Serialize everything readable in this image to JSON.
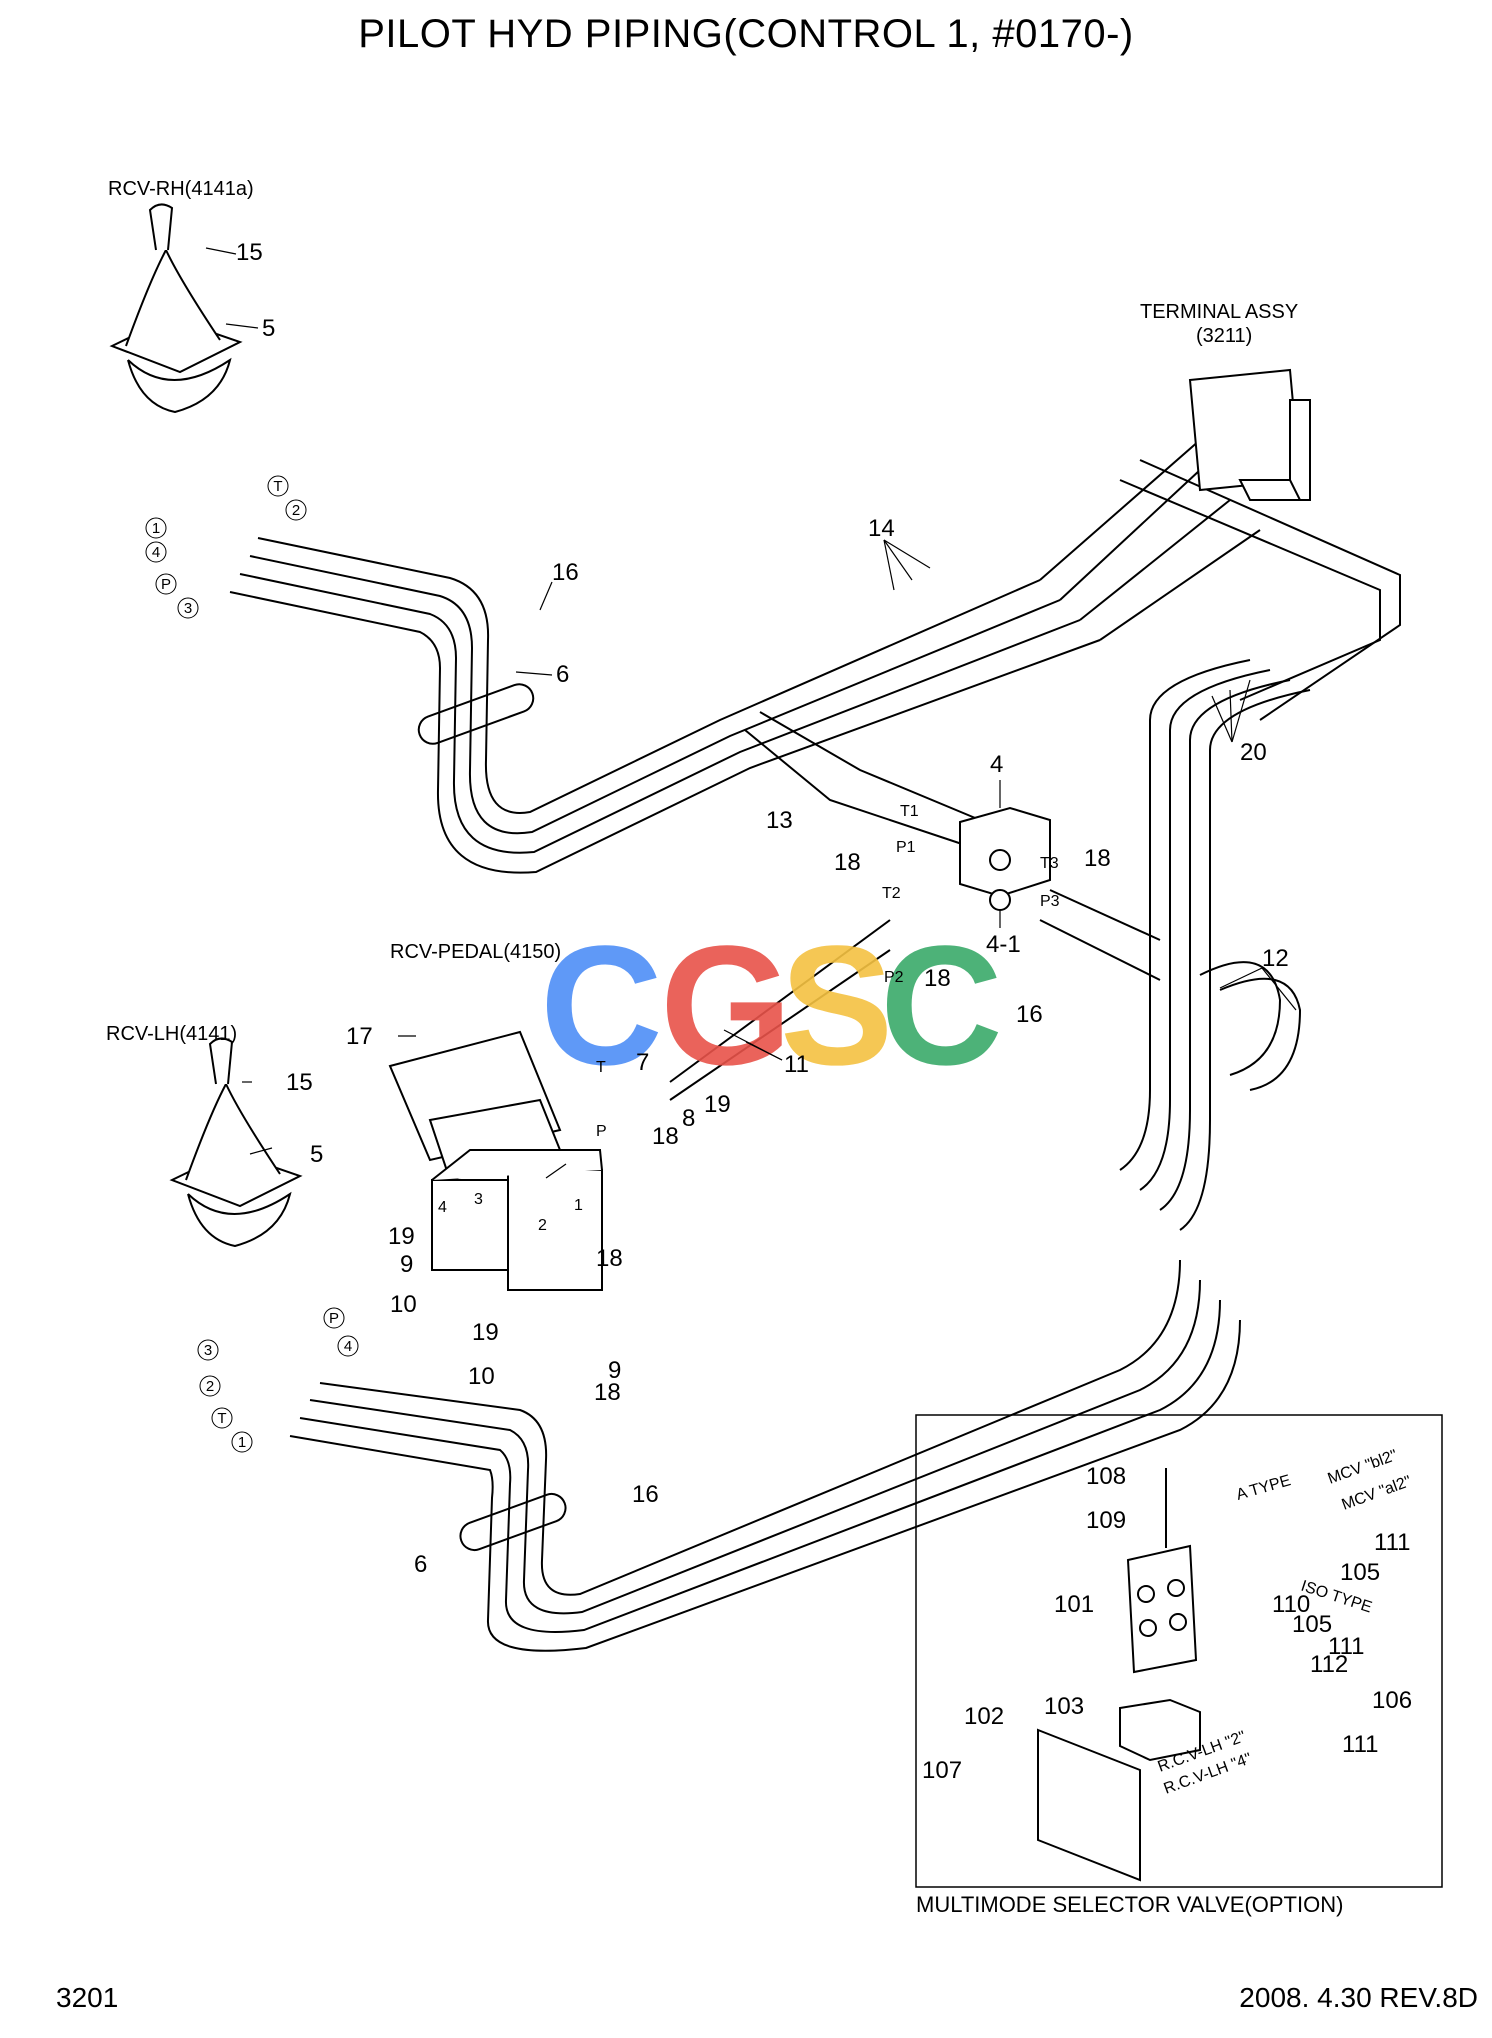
{
  "title": "PILOT HYD PIPING(CONTROL 1, #0170-)",
  "page_number": "3201",
  "revision": "2008. 4.30  REV.8D",
  "watermark": "CGSC",
  "captions": {
    "rcv_rh": "RCV-RH(4141a)",
    "rcv_lh": "RCV-LH(4141)",
    "rcv_pedal": "RCV-PEDAL(4150)",
    "terminal_assy": "TERMINAL ASSY",
    "terminal_code": "(3211)",
    "multimode": "MULTIMODE SELECTOR VALVE(OPTION)"
  },
  "port_labels": {
    "T1": "T1",
    "P1": "P1",
    "T2": "T2",
    "P2": "P2",
    "T3": "T3",
    "P3": "P3",
    "T": "T",
    "P": "P",
    "one": "1",
    "two": "2",
    "three": "3",
    "four": "4",
    "A_TYPE": "A TYPE",
    "ISO_TYPE": "ISO TYPE",
    "MCV_bl2": "MCV \"bl2\"",
    "MCV_al2": "MCV \"al2\"",
    "RCV_LH_2": "R.C.V-LH \"2\"",
    "RCV_LH_4": "R.C.V-LH \"4\""
  },
  "circle_tags": [
    "1",
    "4",
    "P",
    "3",
    "T",
    "2"
  ],
  "part_numbers": {
    "p15": "15",
    "p5": "5",
    "p16": "16",
    "p6": "6",
    "p14": "14",
    "p4": "4",
    "p4_1": "4-1",
    "p13": "13",
    "p18": "18",
    "p7": "7",
    "p11": "11",
    "p8": "8",
    "p19": "19",
    "p17": "17",
    "p9": "9",
    "p10": "10",
    "p12": "12",
    "p20": "20",
    "p101": "101",
    "p102": "102",
    "p103": "103",
    "p105": "105",
    "p106": "106",
    "p107": "107",
    "p108": "108",
    "p109": "109",
    "p110": "110",
    "p111": "111",
    "p112": "112"
  },
  "colors": {
    "line": "#000000",
    "wm_blue": "#4e8ef7",
    "wm_red": "#e8534a",
    "wm_yellow": "#f5c242",
    "wm_green": "#3aaa6a"
  }
}
